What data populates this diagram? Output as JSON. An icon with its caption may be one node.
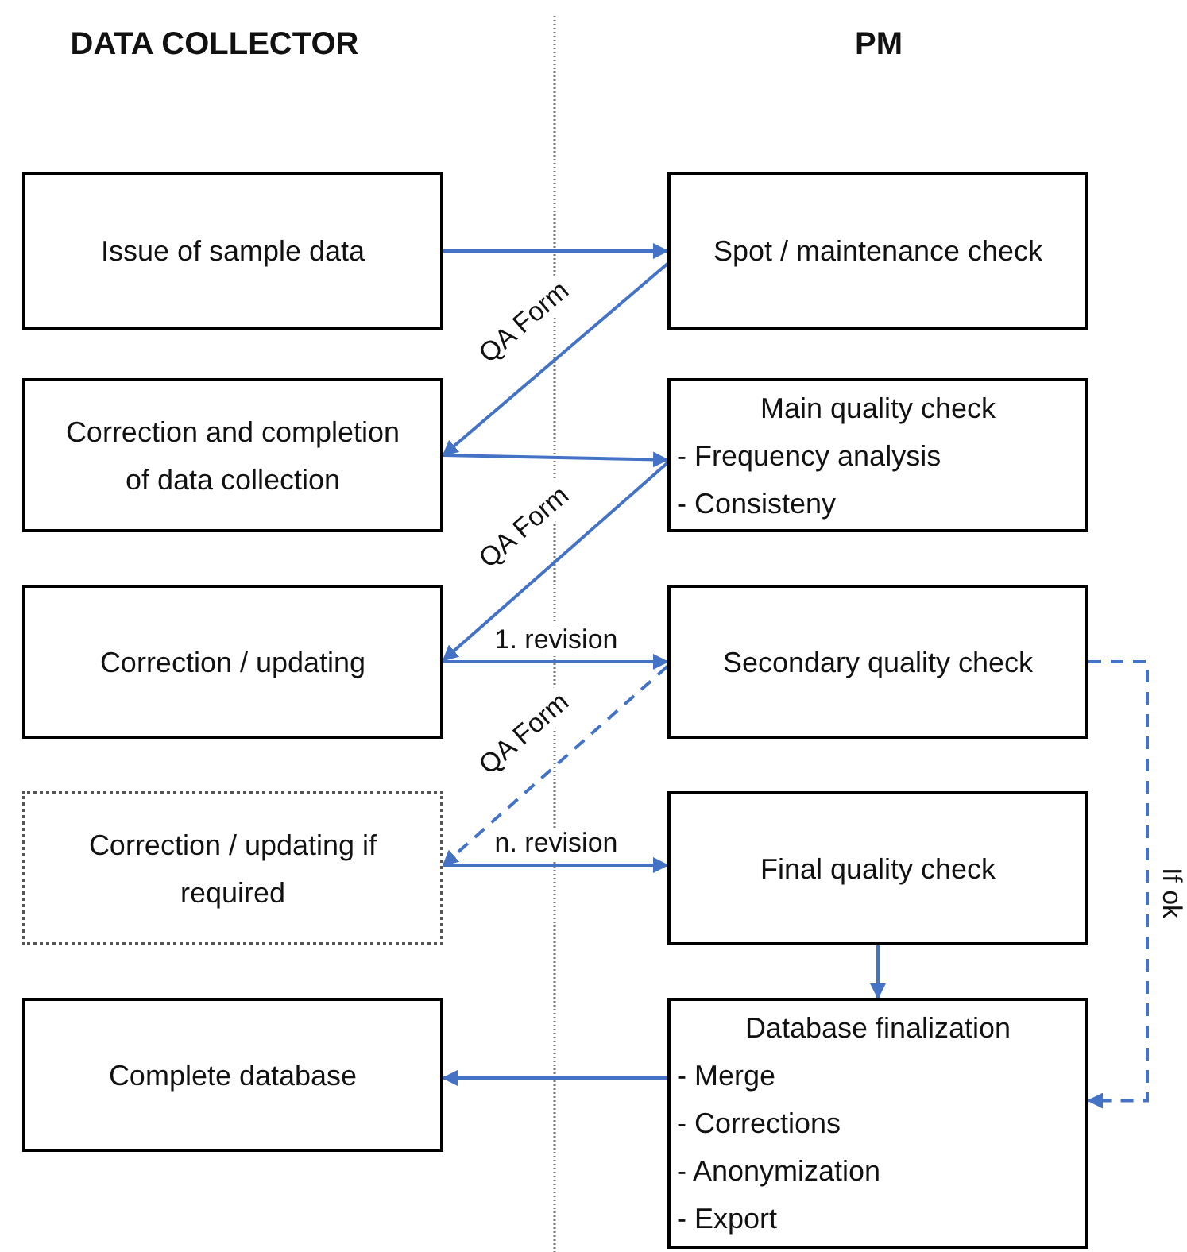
{
  "diagram": {
    "nodes": [
      {
        "text": [
          "Issue of sample data"
        ]
      },
      {
        "text": [
          "Spot / maintenance check"
        ]
      },
      {
        "text": [
          "Correction and completion of data collection"
        ]
      },
      {
        "text": [
          "Main quality check",
          "- Frequency analysis",
          "- Consisteny"
        ]
      },
      {
        "text": [
          "Correction / updating"
        ]
      },
      {
        "text": [
          "Secondary quality check"
        ]
      },
      {
        "text": [
          "Correction / updating if required"
        ]
      },
      {
        "text": [
          "Final quality check"
        ]
      },
      {
        "text": [
          "Complete database"
        ]
      },
      {
        "text": [
          "Database finalization",
          "- Merge",
          "- Corrections",
          "- Anonymization",
          "- Export"
        ]
      }
    ],
    "edges": [
      {
        "from": 0,
        "to": 1,
        "arrow": "to"
      },
      {
        "from": 1,
        "to": 2,
        "arrow": "to",
        "label": "QA Form"
      },
      {
        "from": 2,
        "to": 3,
        "arrow": "to"
      },
      {
        "from": 3,
        "to": 4,
        "arrow": "to",
        "label": "QA Form"
      },
      {
        "from": 4,
        "to": 5,
        "arrow": "to",
        "label": "1. revision"
      },
      {
        "from": 5,
        "to": 6,
        "arrow": "to",
        "label": "QA Form",
        "style": "dashed"
      },
      {
        "from": 6,
        "to": 7,
        "arrow": "to",
        "label": "n. revision"
      },
      {
        "from": 7,
        "to": 9,
        "arrow": "to"
      },
      {
        "from": 5,
        "to": 9,
        "arrow": "to",
        "label": "If ok",
        "style": "dashed"
      },
      {
        "from": 9,
        "to": 8,
        "arrow": "to"
      }
    ],
    "labels": [
      "DATA COLLECTOR",
      "PM"
    ]
  }
}
